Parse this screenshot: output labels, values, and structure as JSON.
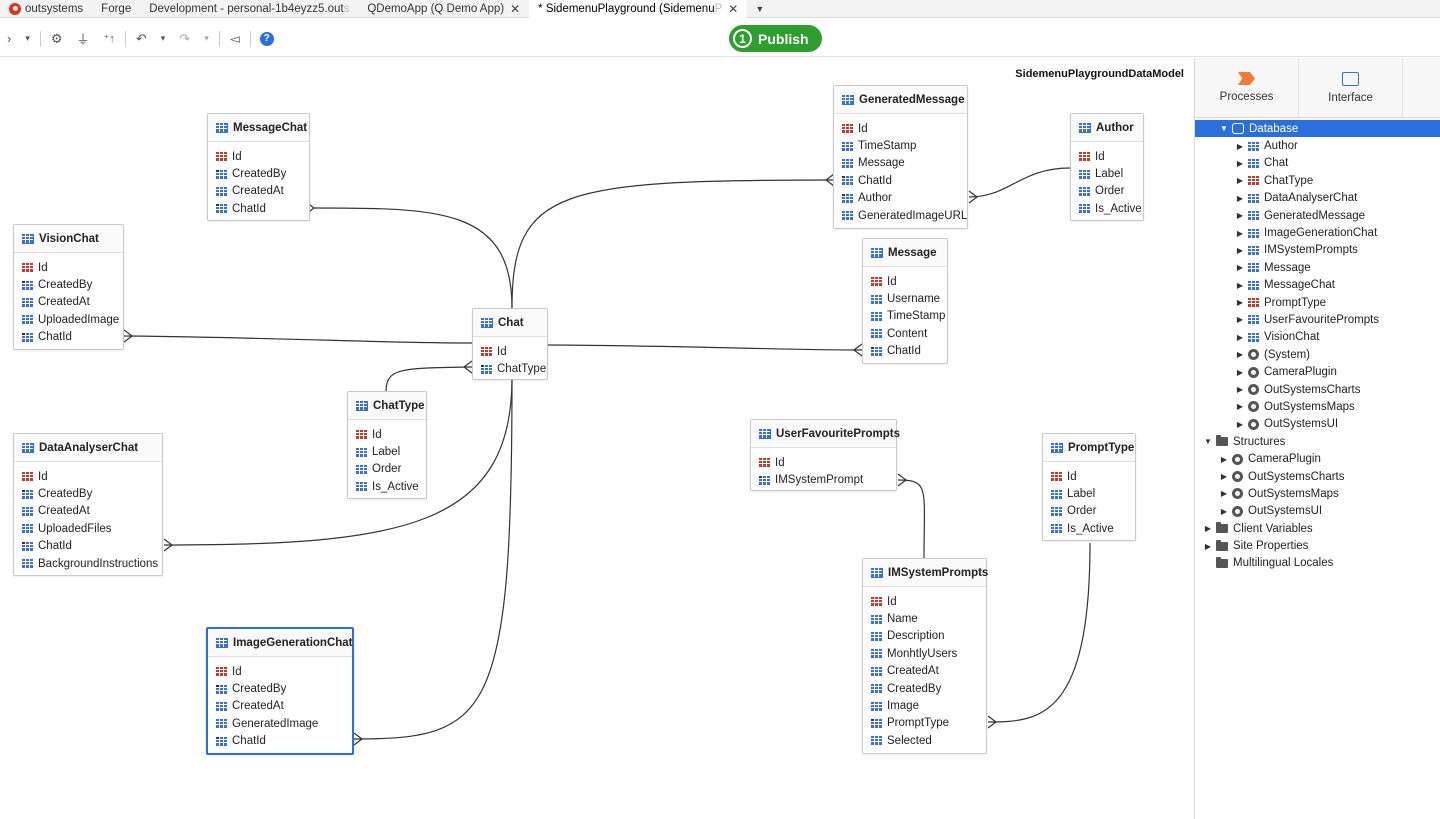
{
  "tabs": [
    {
      "label": "outsystems",
      "type": "logo"
    },
    {
      "label": "Forge"
    },
    {
      "label": "Development - personal-1b4eyzz5.out",
      "fade": "s"
    },
    {
      "label": "QDemoApp (Q Demo App)",
      "closable": true
    },
    {
      "label": "* SidemenuPlayground (Sidemenu",
      "fade": "P",
      "closable": true,
      "active": true
    }
  ],
  "toolbar": {
    "publish_number": "1",
    "publish_label": "Publish"
  },
  "canvas": {
    "model_name": "SidemenuPlaygroundDataModel"
  },
  "entities": [
    {
      "name": "MessageChat",
      "attrs": [
        [
          "Id",
          "key"
        ],
        [
          "CreatedBy",
          "fk"
        ],
        [
          "CreatedAt",
          "std"
        ],
        [
          "ChatId",
          "fk"
        ]
      ]
    },
    {
      "name": "GeneratedMessage",
      "attrs": [
        [
          "Id",
          "key"
        ],
        [
          "TimeStamp",
          "std"
        ],
        [
          "Message",
          "std"
        ],
        [
          "ChatId",
          "fk"
        ],
        [
          "Author",
          "fk"
        ],
        [
          "GeneratedImageURL",
          "std"
        ]
      ]
    },
    {
      "name": "Author",
      "attrs": [
        [
          "Id",
          "key"
        ],
        [
          "Label",
          "std"
        ],
        [
          "Order",
          "std"
        ],
        [
          "Is_Active",
          "std"
        ]
      ]
    },
    {
      "name": "VisionChat",
      "attrs": [
        [
          "Id",
          "key"
        ],
        [
          "CreatedBy",
          "fk"
        ],
        [
          "CreatedAt",
          "std"
        ],
        [
          "UploadedImage",
          "std"
        ],
        [
          "ChatId",
          "fk"
        ]
      ]
    },
    {
      "name": "Message",
      "attrs": [
        [
          "Id",
          "key"
        ],
        [
          "Username",
          "std"
        ],
        [
          "TimeStamp",
          "std"
        ],
        [
          "Content",
          "std"
        ],
        [
          "ChatId",
          "fk"
        ]
      ]
    },
    {
      "name": "Chat",
      "attrs": [
        [
          "Id",
          "key"
        ],
        [
          "ChatType",
          "fk"
        ]
      ]
    },
    {
      "name": "ChatType",
      "attrs": [
        [
          "Id",
          "key"
        ],
        [
          "Label",
          "std"
        ],
        [
          "Order",
          "std"
        ],
        [
          "Is_Active",
          "std"
        ]
      ]
    },
    {
      "name": "UserFavouritePrompts",
      "attrs": [
        [
          "Id",
          "key"
        ],
        [
          "IMSystemPrompt",
          "fk"
        ]
      ]
    },
    {
      "name": "PromptType",
      "attrs": [
        [
          "Id",
          "key"
        ],
        [
          "Label",
          "std"
        ],
        [
          "Order",
          "std"
        ],
        [
          "Is_Active",
          "std"
        ]
      ]
    },
    {
      "name": "DataAnalyserChat",
      "attrs": [
        [
          "Id",
          "key"
        ],
        [
          "CreatedBy",
          "fk"
        ],
        [
          "CreatedAt",
          "std"
        ],
        [
          "UploadedFiles",
          "std"
        ],
        [
          "ChatId",
          "fk"
        ],
        [
          "BackgroundInstructions",
          "std"
        ]
      ]
    },
    {
      "name": "IMSystemPrompts",
      "attrs": [
        [
          "Id",
          "key"
        ],
        [
          "Name",
          "std"
        ],
        [
          "Description",
          "std"
        ],
        [
          "MonhtlyUsers",
          "std"
        ],
        [
          "CreatedAt",
          "std"
        ],
        [
          "CreatedBy",
          "std"
        ],
        [
          "Image",
          "std"
        ],
        [
          "PromptType",
          "fk"
        ],
        [
          "Selected",
          "std"
        ]
      ]
    },
    {
      "name": "ImageGenerationChat",
      "selected": true,
      "attrs": [
        [
          "Id",
          "key"
        ],
        [
          "CreatedBy",
          "fk"
        ],
        [
          "CreatedAt",
          "std"
        ],
        [
          "GeneratedImage",
          "std"
        ],
        [
          "ChatId",
          "fk"
        ]
      ]
    }
  ],
  "panel": {
    "tabs": [
      {
        "label": "Processes",
        "icon": "processes-icon"
      },
      {
        "label": "Interface",
        "icon": "interface-icon"
      }
    ],
    "tree": [
      {
        "label": "Database",
        "level": 1,
        "icon": "database",
        "state": "open",
        "selected": true
      },
      {
        "label": "Author",
        "level": 2,
        "icon": "entity",
        "state": "closed"
      },
      {
        "label": "Chat",
        "level": 2,
        "icon": "entity",
        "state": "closed"
      },
      {
        "label": "ChatType",
        "level": 2,
        "icon": "static",
        "state": "closed"
      },
      {
        "label": "DataAnalyserChat",
        "level": 2,
        "icon": "entity",
        "state": "closed"
      },
      {
        "label": "GeneratedMessage",
        "level": 2,
        "icon": "entity",
        "state": "closed"
      },
      {
        "label": "ImageGenerationChat",
        "level": 2,
        "icon": "entity",
        "state": "closed"
      },
      {
        "label": "IMSystemPrompts",
        "level": 2,
        "icon": "entity",
        "state": "closed"
      },
      {
        "label": "Message",
        "level": 2,
        "icon": "entity",
        "state": "closed"
      },
      {
        "label": "MessageChat",
        "level": 2,
        "icon": "entity",
        "state": "closed"
      },
      {
        "label": "PromptType",
        "level": 2,
        "icon": "static",
        "state": "closed"
      },
      {
        "label": "UserFavouritePrompts",
        "level": 2,
        "icon": "entity",
        "state": "closed"
      },
      {
        "label": "VisionChat",
        "level": 2,
        "icon": "entity",
        "state": "closed"
      },
      {
        "label": "(System)",
        "level": 2,
        "icon": "module",
        "state": "closed"
      },
      {
        "label": "CameraPlugin",
        "level": 2,
        "icon": "module",
        "state": "closed"
      },
      {
        "label": "OutSystemsCharts",
        "level": 2,
        "icon": "module",
        "state": "closed"
      },
      {
        "label": "OutSystemsMaps",
        "level": 2,
        "icon": "module",
        "state": "closed"
      },
      {
        "label": "OutSystemsUI",
        "level": 2,
        "icon": "module",
        "state": "closed"
      },
      {
        "label": "Structures",
        "level": 0,
        "icon": "folder",
        "state": "open"
      },
      {
        "label": "CameraPlugin",
        "level": 1,
        "icon": "module",
        "state": "closed"
      },
      {
        "label": "OutSystemsCharts",
        "level": 1,
        "icon": "module",
        "state": "closed"
      },
      {
        "label": "OutSystemsMaps",
        "level": 1,
        "icon": "module",
        "state": "closed"
      },
      {
        "label": "OutSystemsUI",
        "level": 1,
        "icon": "module",
        "state": "closed"
      },
      {
        "label": "Client Variables",
        "level": 0,
        "icon": "folder",
        "state": "closed"
      },
      {
        "label": "Site Properties",
        "level": 0,
        "icon": "folder",
        "state": "closed"
      },
      {
        "label": "Multilingual Locales",
        "level": 0,
        "icon": "folder",
        "state": "none"
      }
    ]
  }
}
